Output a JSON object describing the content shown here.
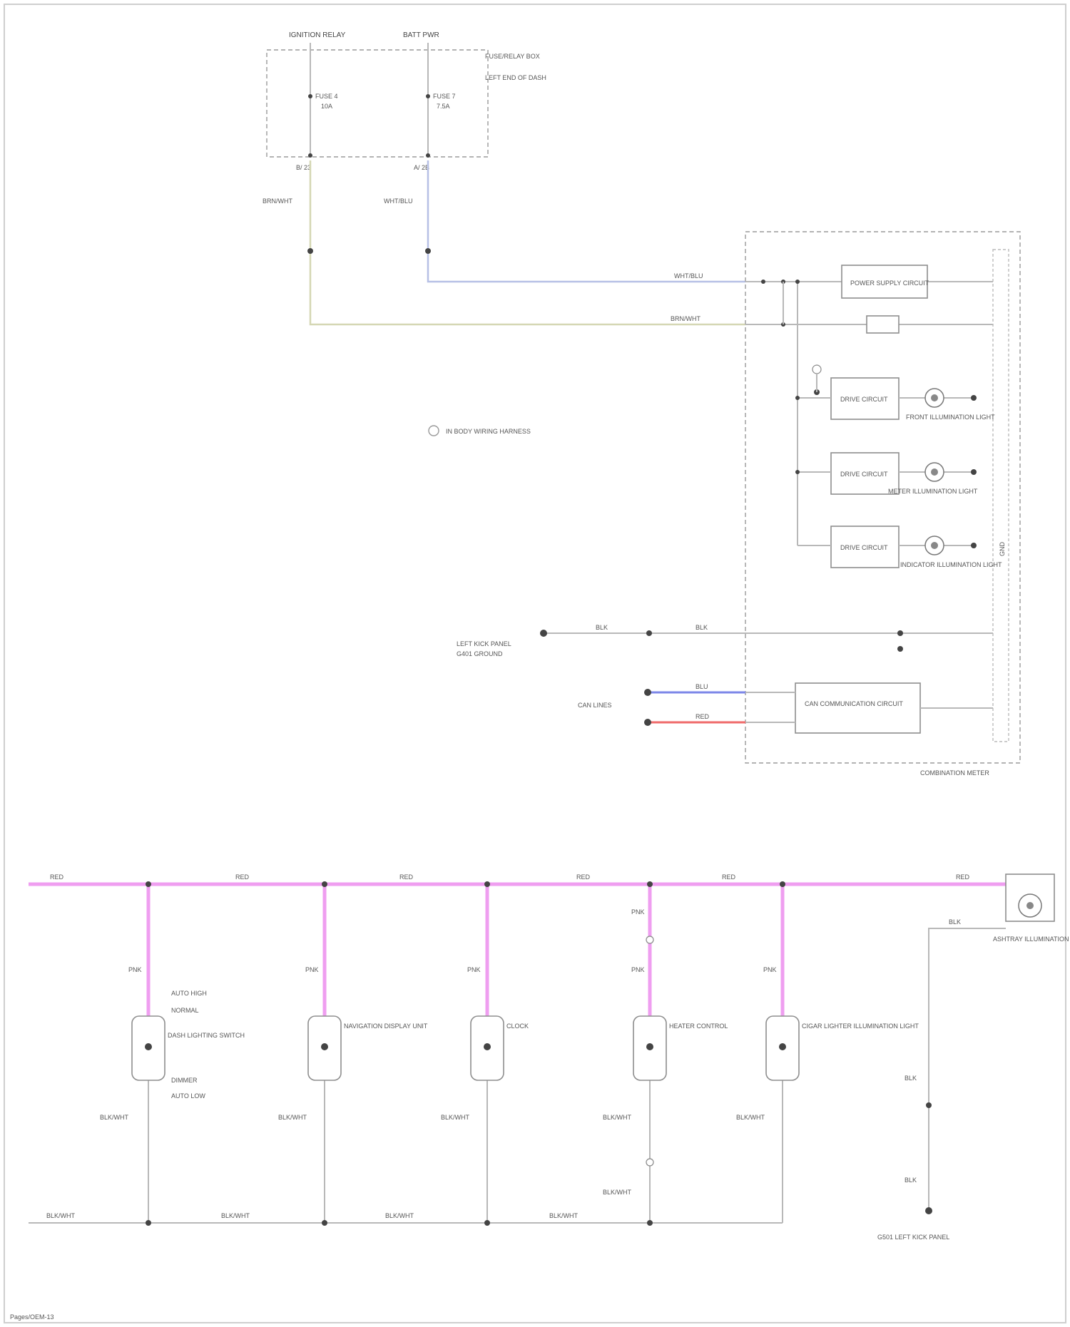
{
  "top": {
    "ignition_relay": "IGNITION RELAY",
    "power_label": "BATT PWR",
    "fuse_box_title": "FUSE/RELAY BOX",
    "fuse_box_sub": "LEFT END OF DASH",
    "fuse_a": "FUSE 4",
    "fuse_a_amps": "10A",
    "fuse_b": "FUSE 7",
    "fuse_b_amps": "7.5A",
    "pin_a": "B/ 23",
    "pin_b": "A/ 2B",
    "wire_a": "BRN/WHT",
    "wire_b": "WHT/BLU",
    "wire_a_dash": "BRN/WHT",
    "wire_b_dash": "WHT/BLU",
    "note": "IN BODY WIRING HARNESS"
  },
  "gauge": {
    "name": "COMBINATION METER",
    "power_circuit": "POWER SUPPLY CIRCUIT",
    "drive_1": "DRIVE CIRCUIT",
    "drive_2": "DRIVE CIRCUIT",
    "drive_3": "DRIVE CIRCUIT",
    "lamp_1": "FRONT ILLUMINATION LIGHT",
    "lamp_2": "METER ILLUMINATION LIGHT",
    "lamp_3": "INDICATOR ILLUMINATION LIGHT",
    "ground_line": "GND",
    "connector_left": "LEFT KICK PANEL",
    "connector_left_sub": "G401 GROUND",
    "can_label": "CAN COMMUNICATION CIRCUIT",
    "can_lines": "CAN LINES",
    "wire_blu": "BLU",
    "wire_red": "RED",
    "wire_blk": "BLK"
  },
  "bottom": {
    "bus_label": "RED",
    "wire_pink": "PNK",
    "wire_ground": "BLK/WHT",
    "comp_1": "DASH LIGHTING SWITCH",
    "comp_1_pins": [
      "AUTO HIGH",
      "NORMAL",
      "DIMMER",
      "AUTO LOW"
    ],
    "comp_2": "NAVIGATION DISPLAY UNIT",
    "comp_3": "CLOCK",
    "comp_4": "HEATER CONTROL",
    "comp_5": "CIGAR LIGHTER ILLUMINATION LIGHT",
    "comp_6": "ASHTRAY ILLUMINATION LIGHT",
    "ground_bottom": "G501 LEFT KICK PANEL",
    "footer": "Pages/OEM-13"
  }
}
